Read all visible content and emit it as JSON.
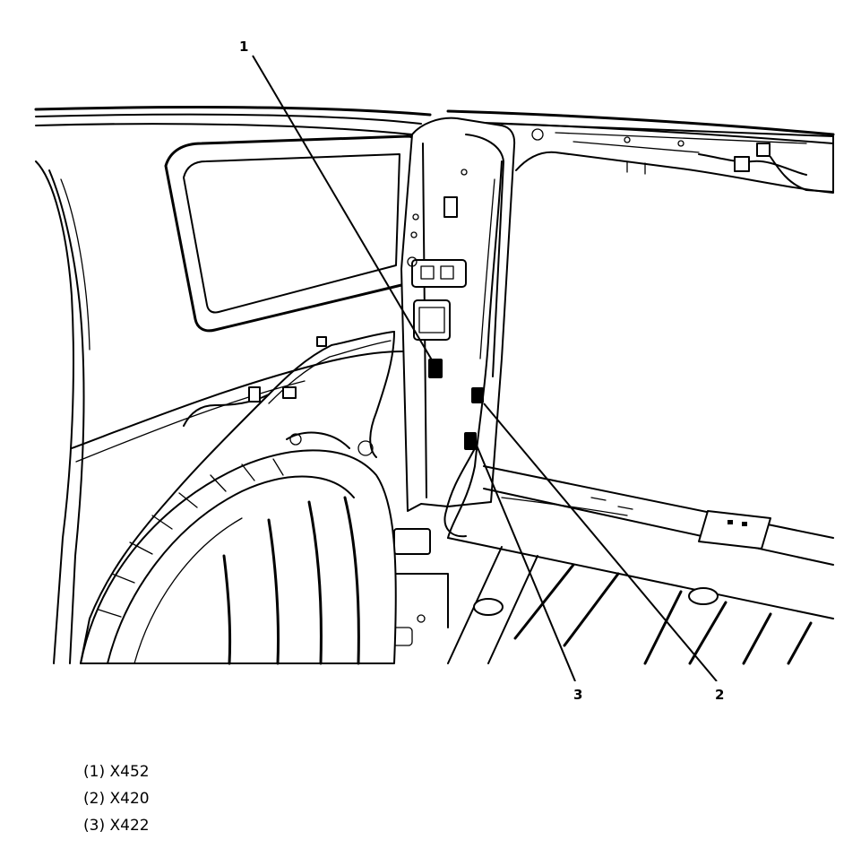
{
  "callouts": [
    {
      "id": "1",
      "label": "1"
    },
    {
      "id": "2",
      "label": "2"
    },
    {
      "id": "3",
      "label": "3"
    }
  ],
  "legend": [
    {
      "number": "(1)",
      "code": "X452"
    },
    {
      "number": "(2)",
      "code": "X420"
    },
    {
      "number": "(3)",
      "code": "X422"
    }
  ]
}
